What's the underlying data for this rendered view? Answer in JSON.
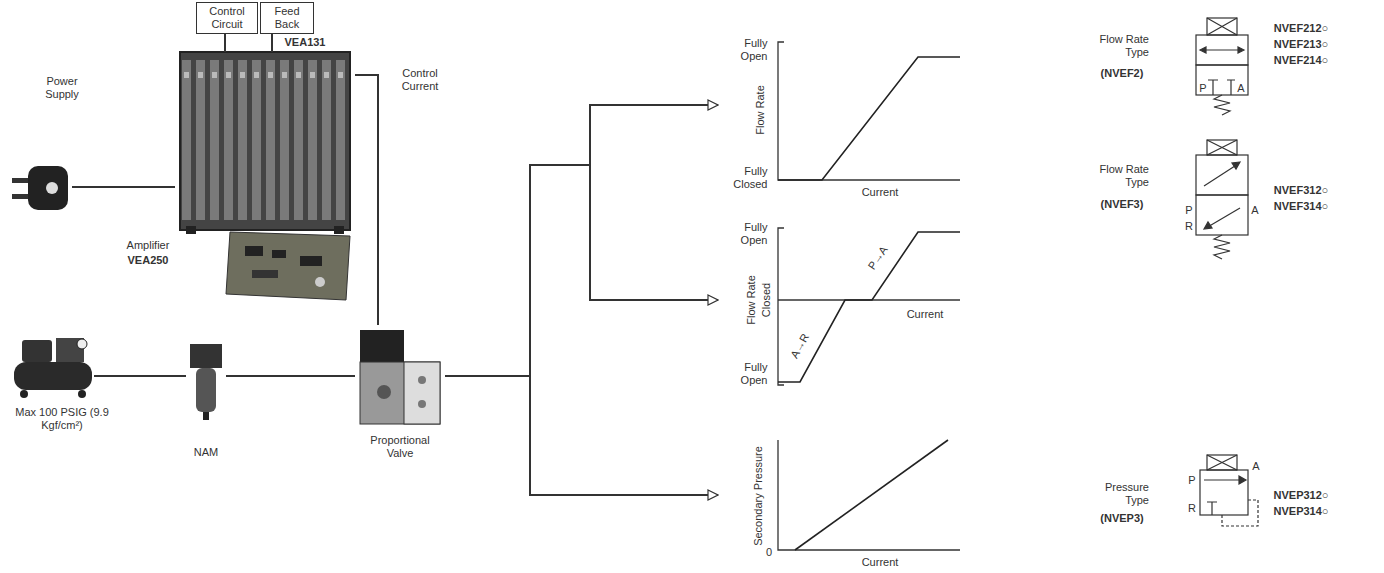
{
  "diagram": {
    "nodes": [
      {
        "text": [
          "Control Circuit"
        ]
      },
      {
        "text": [
          "Feed Back"
        ]
      },
      {
        "text": [
          "Power Supply"
        ]
      },
      {
        "text": [
          "Amplifier",
          "VEA250"
        ]
      },
      {
        "text": [
          "Max 100 PSIG (9.9 Kgf/cm²)"
        ]
      },
      {
        "text": [
          "NAM"
        ]
      },
      {
        "text": [
          "Proportional Valve"
        ]
      },
      {
        "text": [
          "Fully Open",
          "Flow Rate",
          "Fully Closed",
          "Current"
        ]
      },
      {
        "text": [
          "Fully Open",
          "Flow Rate",
          "Closed",
          "Fully Open",
          "Current",
          "A→R",
          "P→A"
        ]
      },
      {
        "text": [
          "Secondary Pressure",
          "0",
          "Current"
        ]
      },
      {
        "text": [
          "Flow Rate Type",
          "(NVEF2)",
          "P",
          "A",
          "NVEF212○",
          "NVEF213○",
          "NVEF214○"
        ]
      },
      {
        "text": [
          "Flow Rate Type",
          "(NVEF3)",
          "P",
          "R",
          "A",
          "NVEF312○",
          "NVEF314○"
        ]
      },
      {
        "text": [
          "Pressure Type",
          "(NVEP3)",
          "P",
          "R",
          "A",
          "NVEP312○",
          "NVEP314○"
        ]
      }
    ],
    "edges": [
      {
        "from": 0,
        "to": 3,
        "arrow": "none"
      },
      {
        "from": 1,
        "to": 3,
        "arrow": "none"
      },
      {
        "from": 2,
        "to": 3,
        "arrow": "none"
      },
      {
        "from": 3,
        "to": 6,
        "label": "Control Current",
        "arrow": "none"
      },
      {
        "from": 4,
        "to": 5,
        "arrow": "none"
      },
      {
        "from": 5,
        "to": 6,
        "arrow": "none"
      },
      {
        "from": 6,
        "to": 7,
        "arrow": "to"
      },
      {
        "from": 6,
        "to": 8,
        "arrow": "to"
      },
      {
        "from": 6,
        "to": 9,
        "arrow": "to"
      }
    ],
    "labels": [
      "VEA131"
    ]
  }
}
